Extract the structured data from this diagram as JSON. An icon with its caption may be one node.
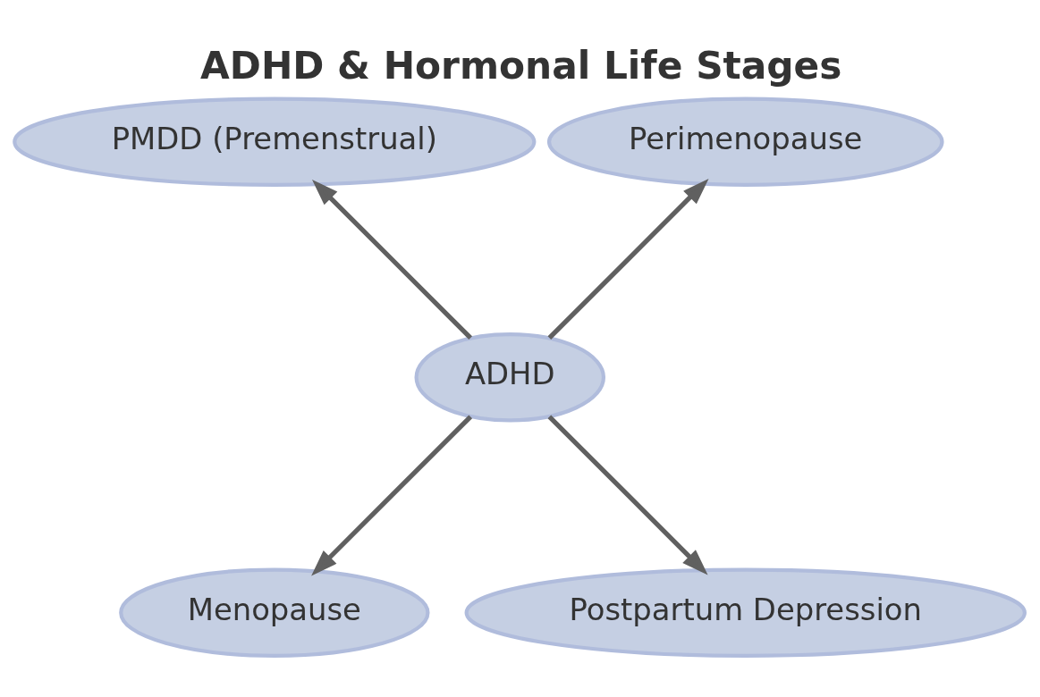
{
  "diagram": {
    "title": "ADHD & Hormonal Life Stages",
    "nodes": [
      {
        "text": [
          "Perimenopause"
        ]
      },
      {
        "text": [
          "PMDD (Premenstrual)"
        ]
      },
      {
        "text": [
          "ADHD"
        ]
      },
      {
        "text": [
          "Menopause"
        ]
      },
      {
        "text": [
          "Postpartum Depression"
        ]
      }
    ],
    "edges": [
      {
        "from": 2,
        "to": 1,
        "arrow": "to"
      },
      {
        "from": 2,
        "to": 0,
        "arrow": "to"
      },
      {
        "from": 2,
        "to": 3,
        "arrow": "to"
      },
      {
        "from": 2,
        "to": 4,
        "arrow": "to"
      }
    ]
  }
}
